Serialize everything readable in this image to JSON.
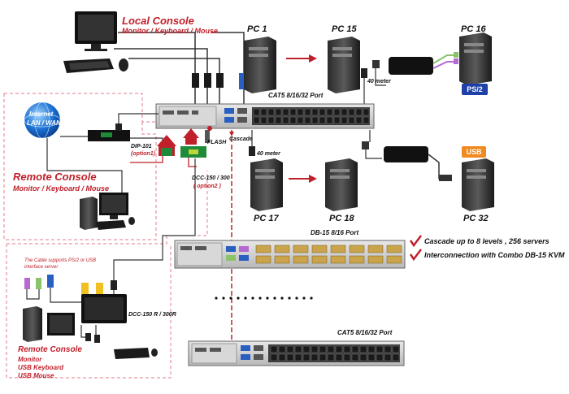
{
  "local_console": {
    "title": "Local Console",
    "subtitle": "Monitor / Keyboard / Mouse"
  },
  "remote_console_1": {
    "title": "Remote Console",
    "subtitle": "Monitor / Keyboard / Mouse"
  },
  "remote_console_2": {
    "title": "Remote Console",
    "line1": "Monitor",
    "line2": "USB Keyboard",
    "line3": "USB Mouse"
  },
  "internet": {
    "line1": "Internet",
    "line2": "LAN / WAN"
  },
  "pcs": {
    "pc1": "PC 1",
    "pc15": "PC 15",
    "pc16": "PC 16",
    "pc17": "PC 17",
    "pc18": "PC 18",
    "pc32": "PC 32"
  },
  "badges": {
    "ps2": "PS/2",
    "usb": "USB"
  },
  "switches": {
    "main": "CAT5  8/16/32 Port",
    "db15": "DB-15  8/16 Port",
    "bottom": "CAT5  8/16/32 Port"
  },
  "labels": {
    "flash": "FLASH",
    "cascade": "Cascade",
    "meter_top": "40 meter",
    "meter_mid": "40 meter",
    "dip_name": "DIP-101",
    "dip_option": "(option1)",
    "dcc_name": "DCC-150 / 300",
    "dcc_option": "( option2 )",
    "dcc_r": "DCC-150 R / 300R",
    "cable_note_1": "The Cable supports PS/2  or  USB",
    "cable_note_2": "interface  server"
  },
  "features": [
    "Cascade up to 8 levels , 256 servers",
    "Interconnection with Combo DB-15 KVM"
  ],
  "colors": {
    "accent_red": "#c0202a",
    "ps2_blue": "#1e40a8",
    "usb_orange": "#f08a1e"
  }
}
